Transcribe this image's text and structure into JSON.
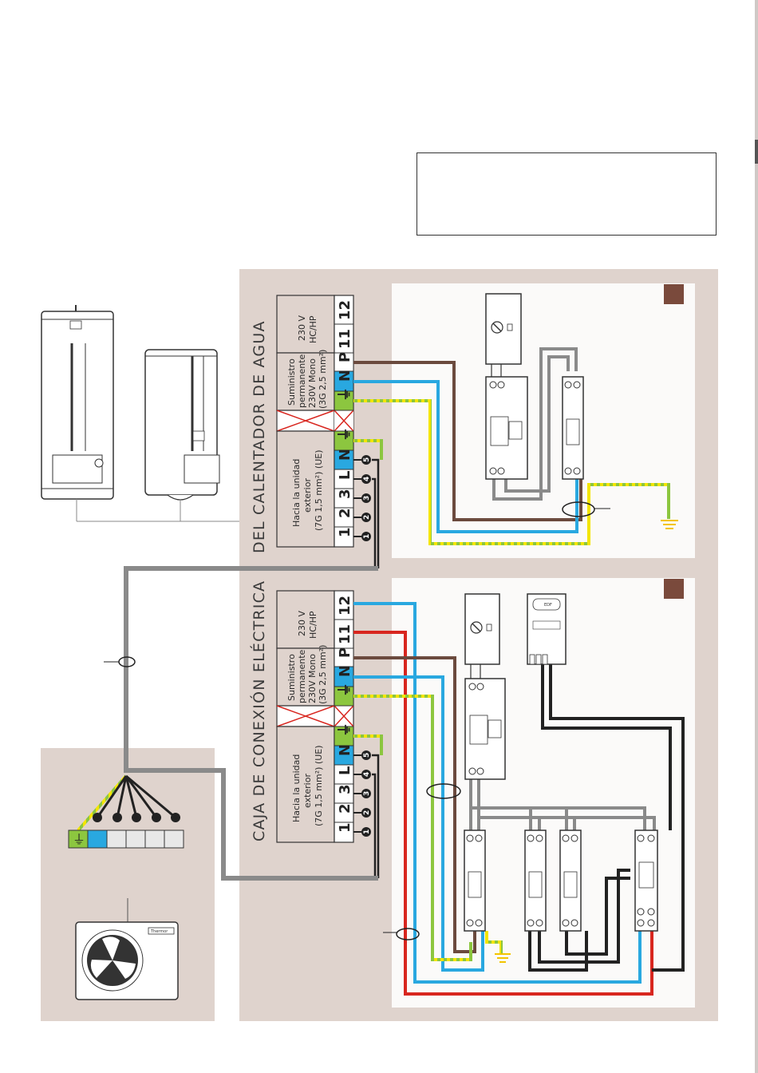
{
  "titles": {
    "upper": "DEL CALENTADOR DE AGUA",
    "lower": "CAJA DE CONEXIÓN ELÉCTRICA"
  },
  "terminal_block": {
    "group_hc_hp": {
      "line1": "230 V",
      "line2": "HC/HP"
    },
    "group_supply": {
      "line1": "Suministro",
      "line2": "permanente",
      "line3": "230V Mono",
      "line4": "(3G 2,5 mm²)"
    },
    "group_outdoor": {
      "line1": "Hacia la unidad",
      "line2": "exterior",
      "line3": "(7G 1,5 mm²) (UE)"
    },
    "terminals": [
      "1",
      "2",
      "3",
      "L",
      "N",
      "⏚",
      "N",
      "P",
      "11",
      "12"
    ],
    "dots": [
      "1",
      "2",
      "3",
      "4",
      "5"
    ]
  },
  "brand": {
    "unit_label": "Thermor"
  },
  "meter": {
    "label": "EDF"
  },
  "colors": {
    "panel_bg": "#dfd3cd",
    "neutral_blue": "#29a8e0",
    "phase_red": "#d8261f",
    "phase_brown": "#6b4a3e",
    "earth_green": "#8cc63f",
    "earth_yellow": "#f3e500",
    "cable_grey": "#8a8a8a",
    "marker": "#7a4a3c"
  }
}
